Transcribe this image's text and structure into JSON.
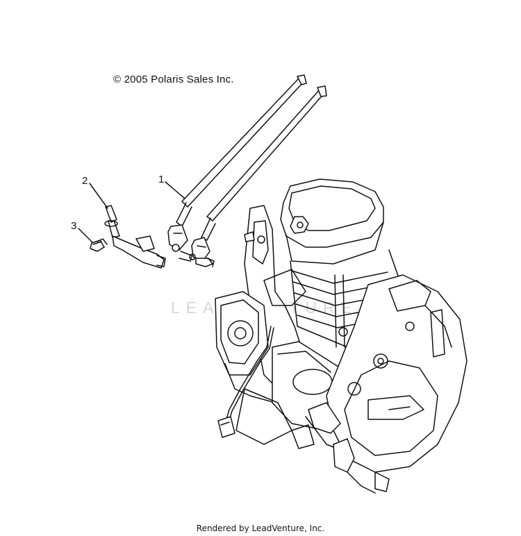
{
  "diagram": {
    "copyright": "© 2005 Polaris Sales Inc.",
    "footer": "Rendered by LeadVenture, Inc.",
    "watermark": "LEADVENTURE",
    "callouts": [
      {
        "label": "1",
        "part": "breather hoses"
      },
      {
        "label": "2",
        "part": "hose with clamp"
      },
      {
        "label": "3",
        "part": "fitting"
      }
    ]
  },
  "colors": {
    "line": "#111111",
    "watermark": "#d6d6d6",
    "background": "#ffffff"
  }
}
